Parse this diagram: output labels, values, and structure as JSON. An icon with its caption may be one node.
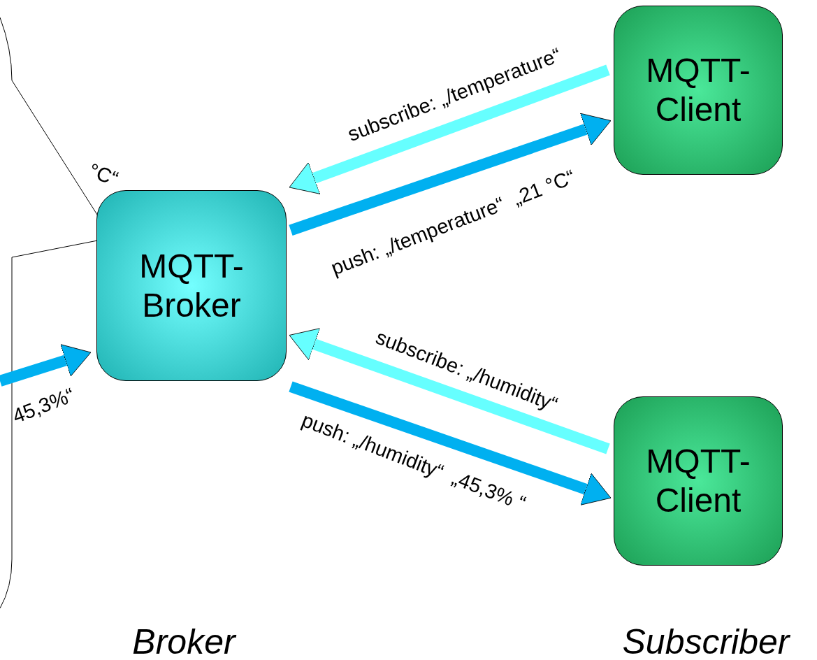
{
  "diagram": {
    "nodes": [
      {
        "text": [
          "MQTT- Broker"
        ]
      },
      {
        "text": [
          "MQTT- Client"
        ]
      },
      {
        "text": [
          "MQTT- Client"
        ]
      }
    ],
    "edges": [
      {
        "from": 1,
        "to": 0,
        "arrow": "to",
        "label": "subscribe: „/temperature“",
        "color": "#66ffff"
      },
      {
        "from": 0,
        "to": 1,
        "arrow": "to",
        "label": "push: „/temperature“  „21 °C“"
      },
      {
        "from": 2,
        "to": 0,
        "arrow": "to",
        "label": "subscribe: „/humidity“",
        "color": "#66ffff"
      },
      {
        "from": 0,
        "to": 2,
        "arrow": "to",
        "label": "push: „/humidity“  „45,3% “"
      },
      {
        "from": null,
        "to": 0,
        "arrow": "to",
        "label": "45,3%“"
      }
    ],
    "labels": [
      "°C“",
      "Broker",
      "Subscriber"
    ]
  }
}
